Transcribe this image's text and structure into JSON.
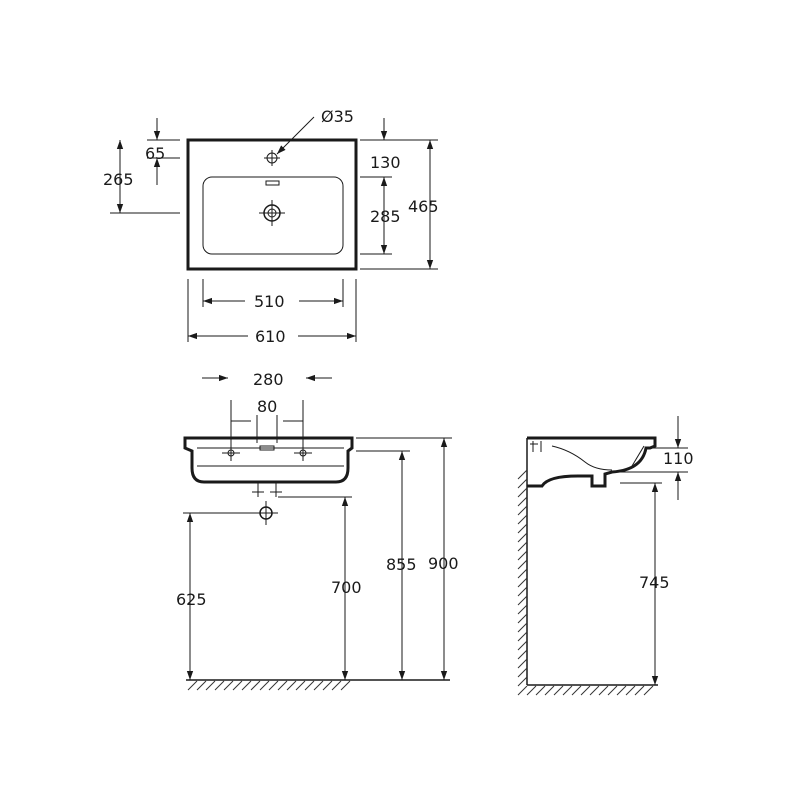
{
  "dimensions": {
    "hole_diameter": "Ø35",
    "top_offset": "65",
    "drain_offset": "265",
    "rear_margin": "130",
    "bowl_depth_top": "285",
    "total_depth": "465",
    "bowl_width": "510",
    "total_width": "610",
    "spacing_wide": "280",
    "spacing_narrow": "80",
    "height_625": "625",
    "height_700": "700",
    "height_855": "855",
    "height_900": "900",
    "side_depth": "110",
    "side_height": "745"
  }
}
